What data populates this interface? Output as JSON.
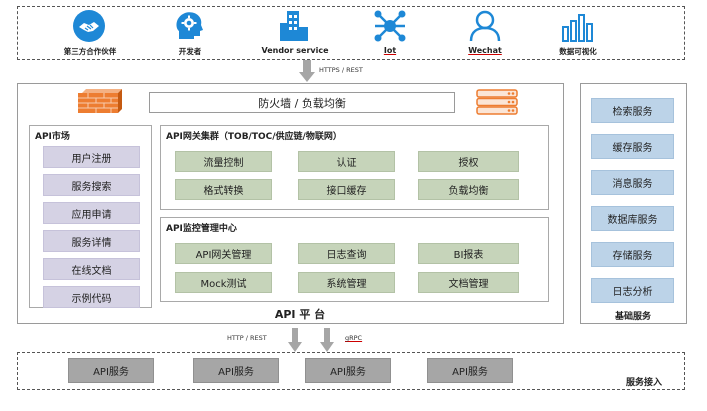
{
  "clients": [
    {
      "label": "第三方合作伙伴",
      "icon": "handshake-icon"
    },
    {
      "label": "开发者",
      "icon": "developer-head-gear-icon"
    },
    {
      "label": "Vendor service",
      "icon": "building-icon"
    },
    {
      "label": "Iot",
      "icon": "network-nodes-icon"
    },
    {
      "label": "Wechat",
      "icon": "user-icon"
    },
    {
      "label": "数据可视化",
      "icon": "bar-chart-icon"
    }
  ],
  "protocol_top": "HTTPS / REST",
  "firewall_label": "防火墙 / 负载均衡",
  "market": {
    "title": "API市场",
    "items": [
      "用户注册",
      "服务搜索",
      "应用申请",
      "服务详情",
      "在线文档",
      "示例代码"
    ]
  },
  "gateway": {
    "title": "API网关集群（TOB/TOC/供应链/物联网）",
    "items": [
      "流量控制",
      "认证",
      "授权",
      "格式转换",
      "接口缓存",
      "负载均衡"
    ]
  },
  "monitor": {
    "title": "API监控管理中心",
    "items": [
      "API网关管理",
      "日志查询",
      "BI报表",
      "Mock测试",
      "系统管理",
      "文档管理"
    ]
  },
  "platform_label": "API 平 台",
  "base_services": {
    "title": "基础服务",
    "items": [
      "检索服务",
      "缓存服务",
      "消息服务",
      "数据库服务",
      "存储服务",
      "日志分析"
    ]
  },
  "protocol_bottom_left": "HTTP / REST",
  "protocol_bottom_right": "gRPC",
  "api_services": [
    "API服务",
    "API服务",
    "API服务",
    "API服务"
  ],
  "access_label": "服务接入"
}
